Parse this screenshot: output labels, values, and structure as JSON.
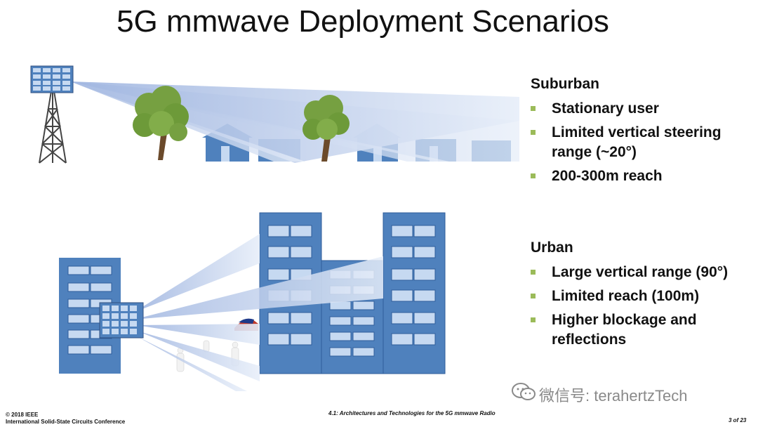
{
  "slide": {
    "title": "5G mmwave Deployment Scenarios"
  },
  "suburban": {
    "heading": "Suburban",
    "bullets": [
      "Stationary user",
      "Limited vertical steering range (~20°)",
      "200-300m reach"
    ]
  },
  "urban": {
    "heading": "Urban",
    "bullets": [
      "Large vertical range (90°)",
      "Limited reach (100m)",
      "Higher blockage and reflections"
    ]
  },
  "footer": {
    "left_line1": "© 2018 IEEE",
    "left_line2": "International Solid-State Circuits Conference",
    "center": "4.1: Architectures and Technologies for the 5G mmwave Radio",
    "page": "3 of 23"
  },
  "watermark": {
    "text": "微信号: terahertzTech"
  },
  "colors": {
    "building": "#4f81bd",
    "window": "#c6d9f1",
    "beam": "#c5d3ee",
    "tree": "#76a041",
    "trunk": "#6b4a2b",
    "bullet": "#9bbb59"
  },
  "icons": [
    "cell-tower-icon",
    "antenna-array-icon",
    "tree-icon",
    "house-icon",
    "building-icon",
    "wechat-icon"
  ]
}
